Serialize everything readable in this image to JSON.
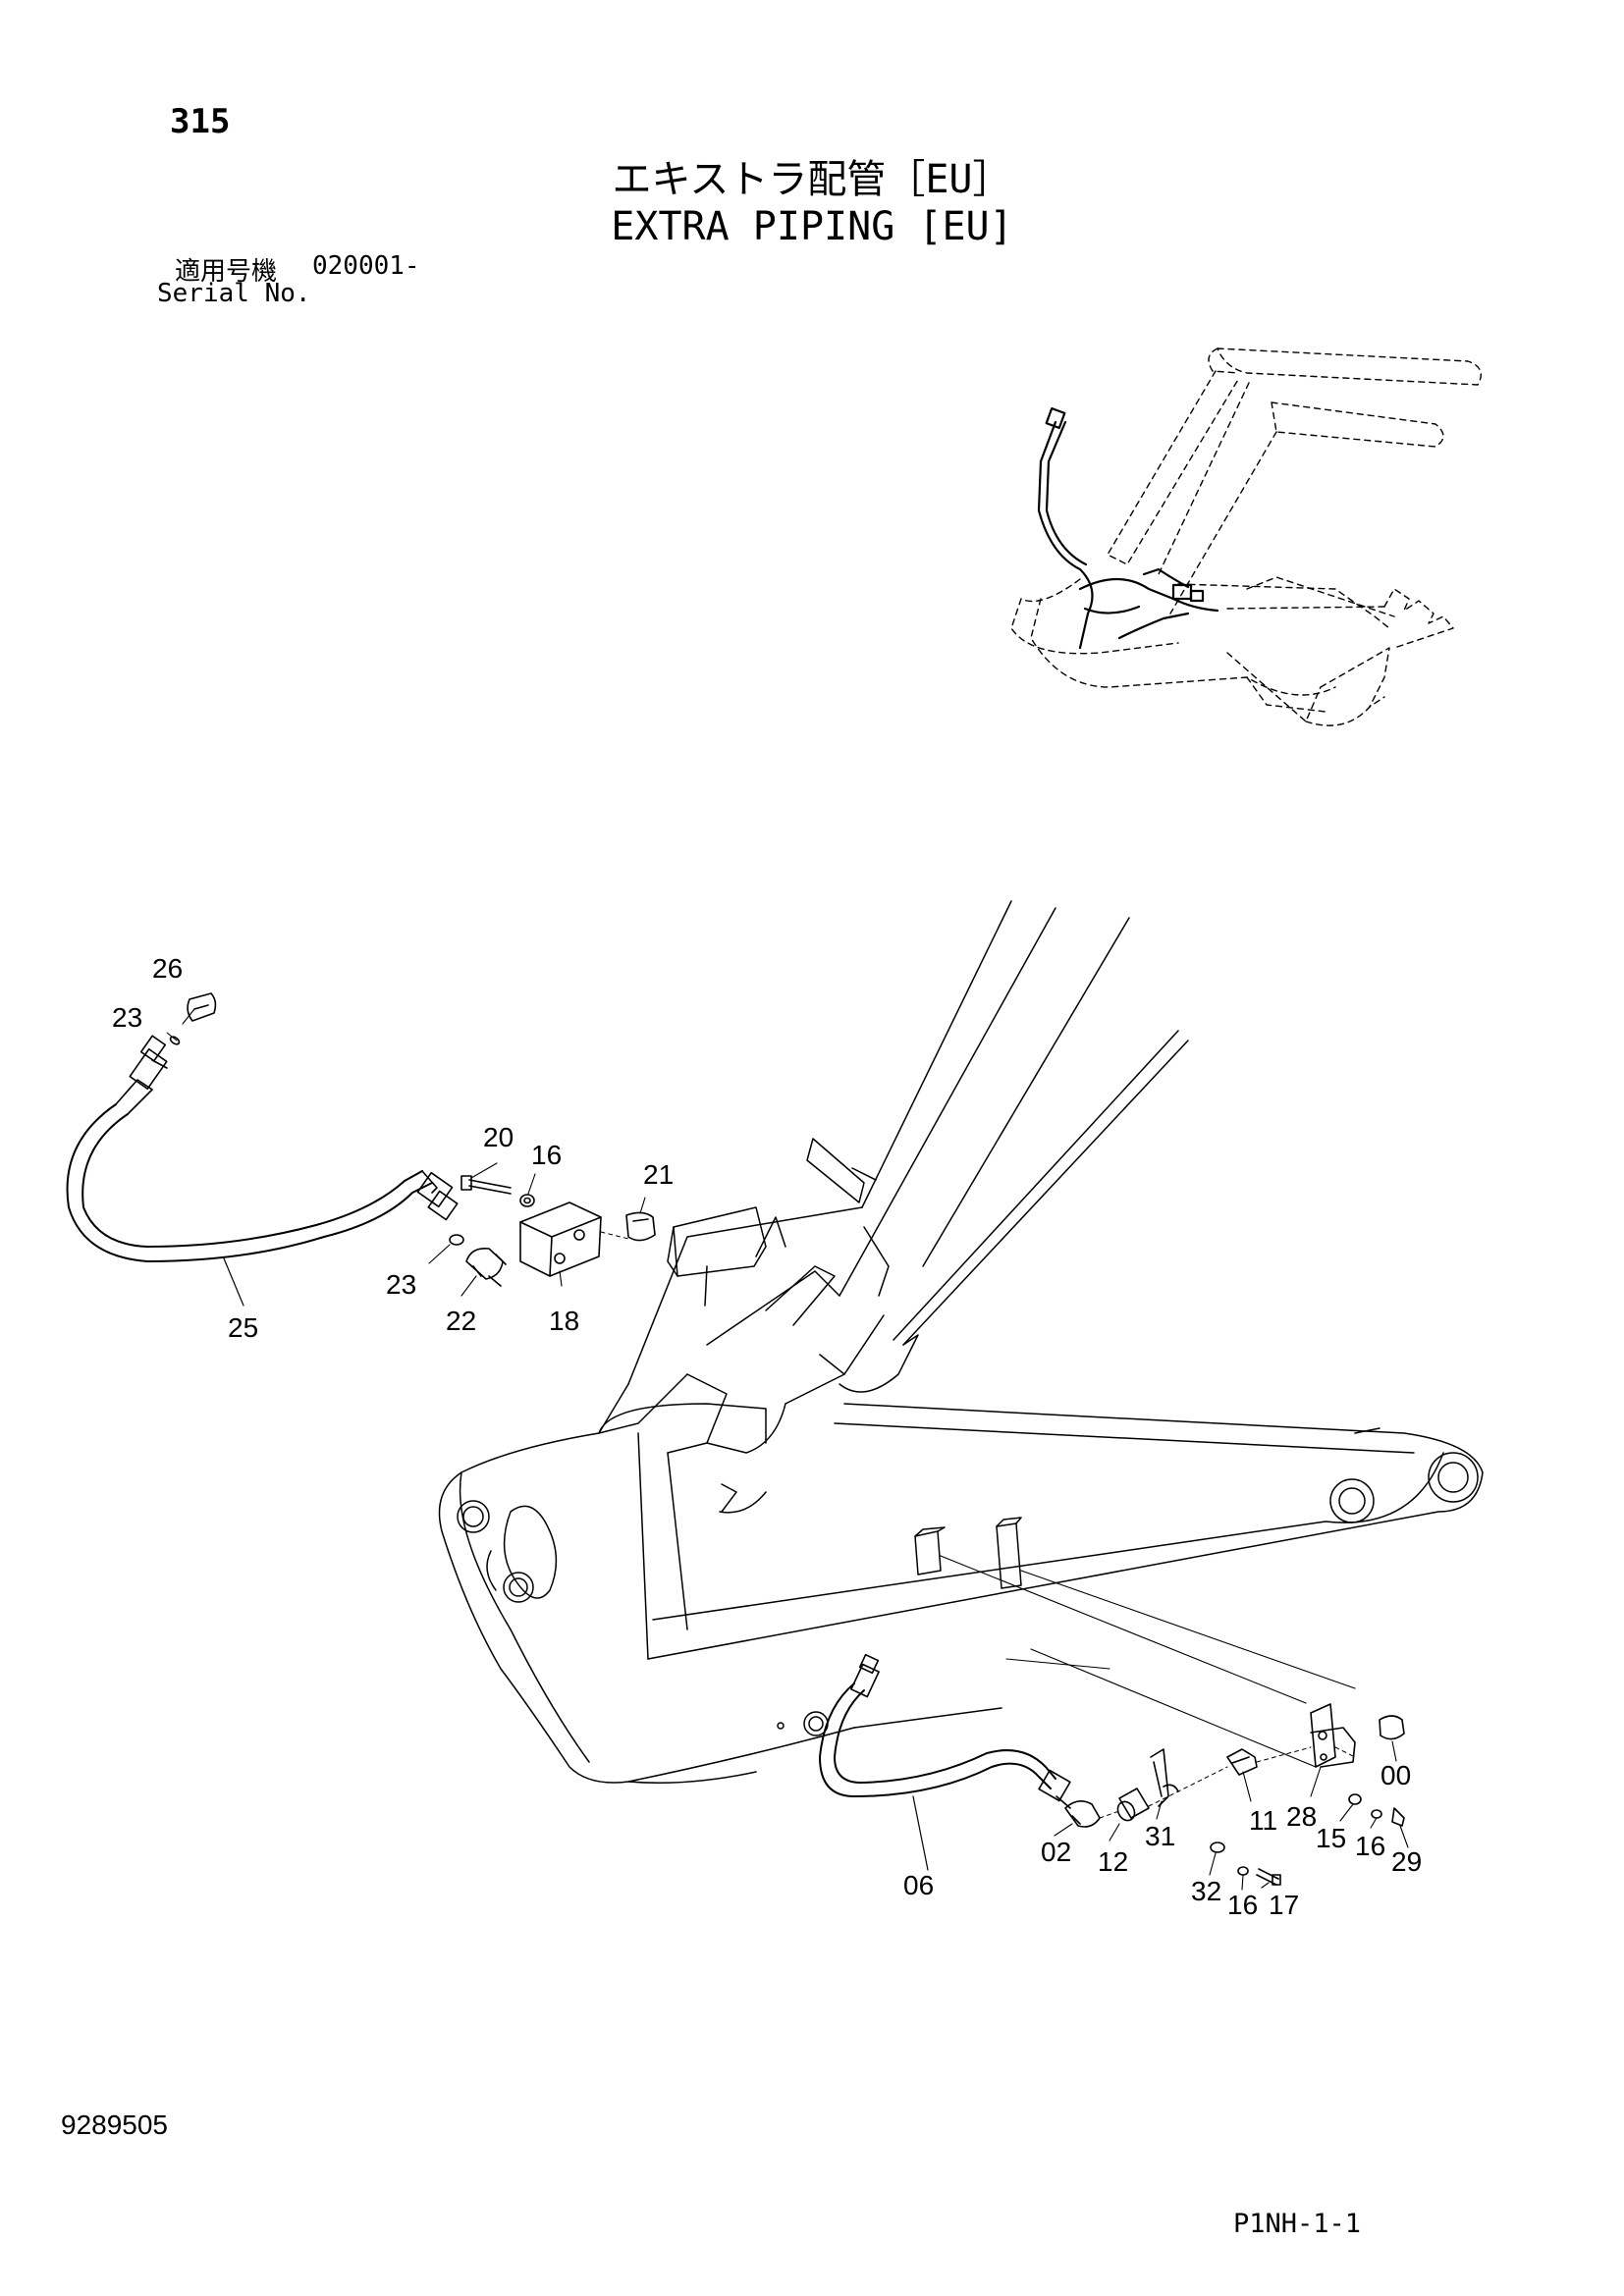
{
  "header": {
    "page_number": "315",
    "title_jp": "エキストラ配管［EU］",
    "title_en": "EXTRA PIPING [EU]",
    "serial_label_jp": "適用号機",
    "serial_value": "020001-",
    "serial_label_en": "Serial No."
  },
  "footer": {
    "doc_number": "9289505",
    "page_code": "P1NH-1-1"
  },
  "callouts": {
    "c26": "26",
    "c23a": "23",
    "c25": "25",
    "c20": "20",
    "c16a": "16",
    "c21": "21",
    "c23b": "23",
    "c22": "22",
    "c18": "18",
    "c00": "00",
    "c11": "11",
    "c28": "28",
    "c15": "15",
    "c16b": "16",
    "c29": "29",
    "c02": "02",
    "c12": "12",
    "c31": "31",
    "c32": "32",
    "c16c": "16",
    "c17": "17",
    "c06": "06"
  }
}
